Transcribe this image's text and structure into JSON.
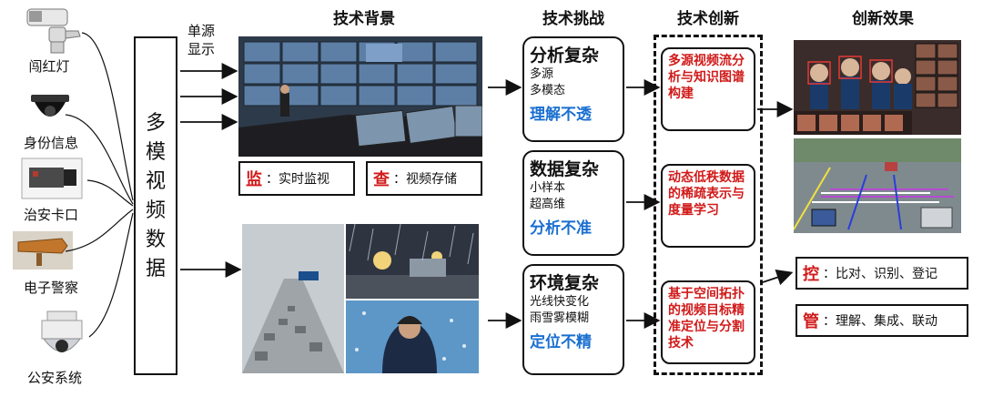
{
  "headers": {
    "background": "技术背景",
    "challenge": "技术挑战",
    "innovation": "技术创新",
    "effect": "创新效果"
  },
  "sources": [
    {
      "label": "闯红灯",
      "icon": "ptz-camera-icon"
    },
    {
      "label": "身份信息",
      "icon": "dome-camera-icon"
    },
    {
      "label": "治安卡口",
      "icon": "box-camera-icon"
    },
    {
      "label": "电子警察",
      "icon": "bullet-camera-icon"
    },
    {
      "label": "公安系统",
      "icon": "speed-dome-camera-icon"
    }
  ],
  "multimodal": [
    "多",
    "模",
    "视",
    "频",
    "数",
    "据"
  ],
  "single_source": "单源\n显示",
  "monitor_tags": [
    {
      "key": "监",
      "text": "：实时监视"
    },
    {
      "key": "查",
      "text": "：视频存储"
    }
  ],
  "challenges": [
    {
      "title": "分析复杂",
      "subs": [
        "多源",
        "多模态"
      ],
      "result": "理解不透"
    },
    {
      "title": "数据复杂",
      "subs": [
        "小样本",
        "超高维"
      ],
      "result": "分析不准"
    },
    {
      "title": "环境复杂",
      "subs": [
        "光线快变化",
        "雨雪雾模糊"
      ],
      "result": "定位不精"
    }
  ],
  "innovations": [
    "多源视频流分析与知识图谱构建",
    "动态低秩数据的稀疏表示与度量学习",
    "基于空间拓扑的视频目标精准定位与分割技术"
  ],
  "effects": [
    {
      "key": "控",
      "text": "：比对、识别、登记"
    },
    {
      "key": "管",
      "text": "：理解、集成、联动"
    }
  ],
  "colors": {
    "accent_red": "#d11a1a",
    "accent_blue": "#1a6fd0",
    "border": "#111111"
  }
}
